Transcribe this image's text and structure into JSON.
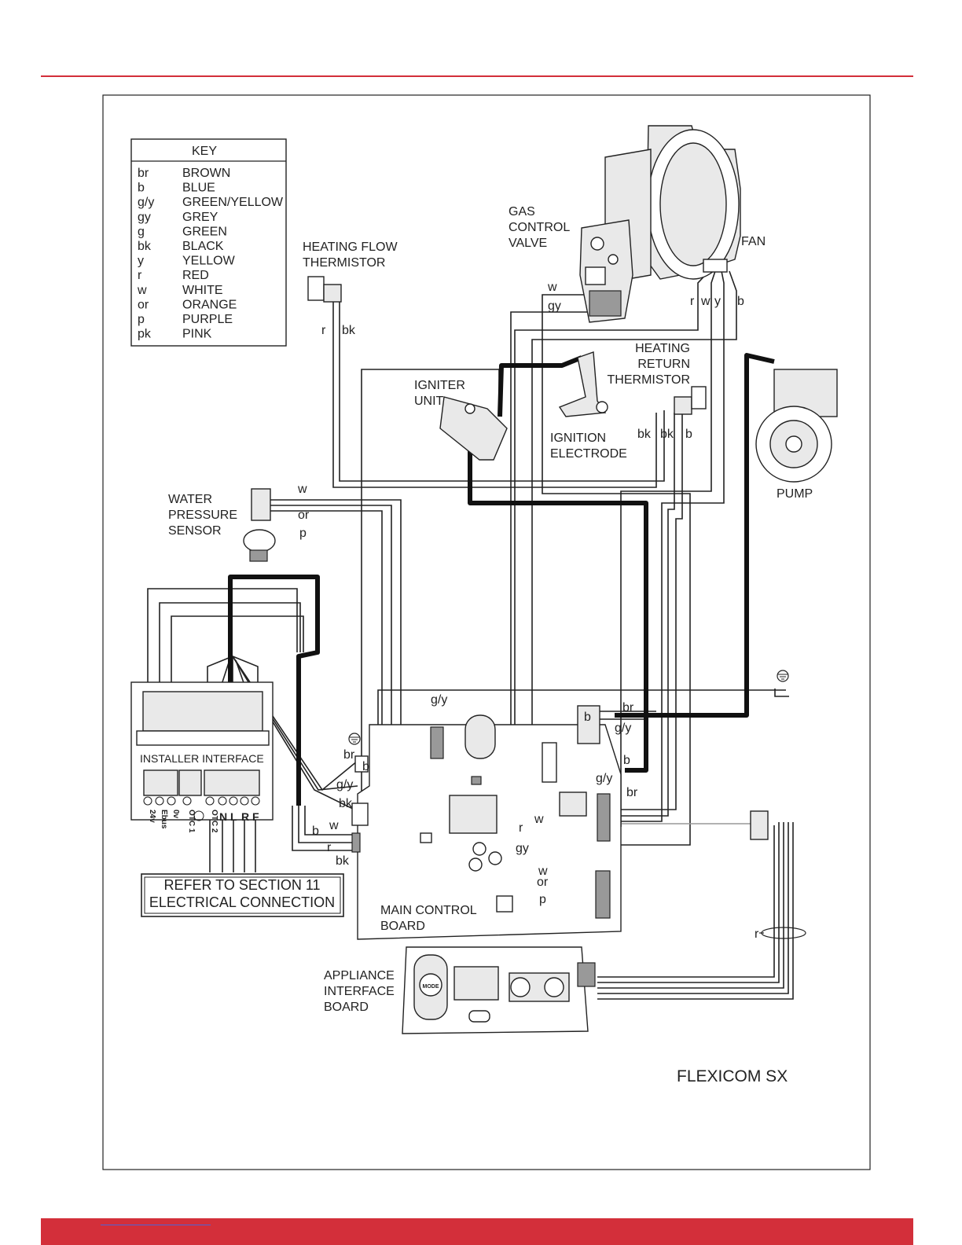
{
  "colors": {
    "accent_red": "#d32f3a",
    "line": "#222222"
  },
  "key": {
    "title": "KEY",
    "items": [
      {
        "code": "br",
        "name": "BROWN"
      },
      {
        "code": "b",
        "name": "BLUE"
      },
      {
        "code": "g/y",
        "name": "GREEN/YELLOW"
      },
      {
        "code": "gy",
        "name": "GREY"
      },
      {
        "code": "g",
        "name": "GREEN"
      },
      {
        "code": "bk",
        "name": "BLACK"
      },
      {
        "code": "y",
        "name": "YELLOW"
      },
      {
        "code": "r",
        "name": "RED"
      },
      {
        "code": "w",
        "name": "WHITE"
      },
      {
        "code": "or",
        "name": "ORANGE"
      },
      {
        "code": "p",
        "name": "PURPLE"
      },
      {
        "code": "pk",
        "name": "PINK"
      }
    ]
  },
  "components": {
    "gas_valve": [
      "GAS",
      "CONTROL",
      "VALVE"
    ],
    "fan": "FAN",
    "flow_thermistor": [
      "HEATING FLOW",
      "THERMISTOR"
    ],
    "return_thermistor": [
      "HEATING",
      "RETURN",
      "THERMISTOR"
    ],
    "igniter": [
      "IGNITER",
      "UNIT"
    ],
    "electrode": [
      "IGNITION",
      "ELECTRODE"
    ],
    "pump": "PUMP",
    "pressure_sensor": [
      "WATER",
      "PRESSURE",
      "SENSOR"
    ],
    "installer_interface": "INSTALLER INTERFACE",
    "main_board": [
      "MAIN CONTROL",
      "BOARD"
    ],
    "appliance_board": [
      "APPLIANCE",
      "INTERFACE",
      "BOARD"
    ],
    "mode_button": "MODE"
  },
  "terminals": [
    "24v",
    "Ebus",
    "0v",
    "OTC 1",
    "OTC 2",
    "N",
    "L",
    "R",
    "F"
  ],
  "wire_labels": {
    "gv_w": "w",
    "gv_gy": "gy",
    "fan_r": "r",
    "fan_w": "w",
    "fan_y": "y",
    "fan_b": "b",
    "ft_r": "r",
    "ft_bk": "bk",
    "rt_bk1": "bk",
    "rt_bk2": "bk",
    "rt_b": "b",
    "ws_w": "w",
    "ws_or": "or",
    "ws_p": "p",
    "pump_br": "br",
    "pump_b": "b",
    "pump_gy": "g/y",
    "el_b": "b",
    "el_gy": "g/y",
    "el_br": "br",
    "earth_gy": "g/y",
    "in_br": "br",
    "in_b": "b",
    "in_gy": "g/y",
    "in_bk": "bk",
    "in_w": "w",
    "lb_b": "b",
    "lb_r": "r",
    "lb_bk": "bk",
    "mb_r": "r",
    "mb_w": "w",
    "mb_gy": "gy",
    "bot_w": "w",
    "bot_or": "or",
    "bot_p": "p",
    "ab_r": "r"
  },
  "reference": [
    "REFER TO SECTION 11",
    "ELECTRICAL CONNECTION"
  ],
  "model": "FLEXICOM SX"
}
